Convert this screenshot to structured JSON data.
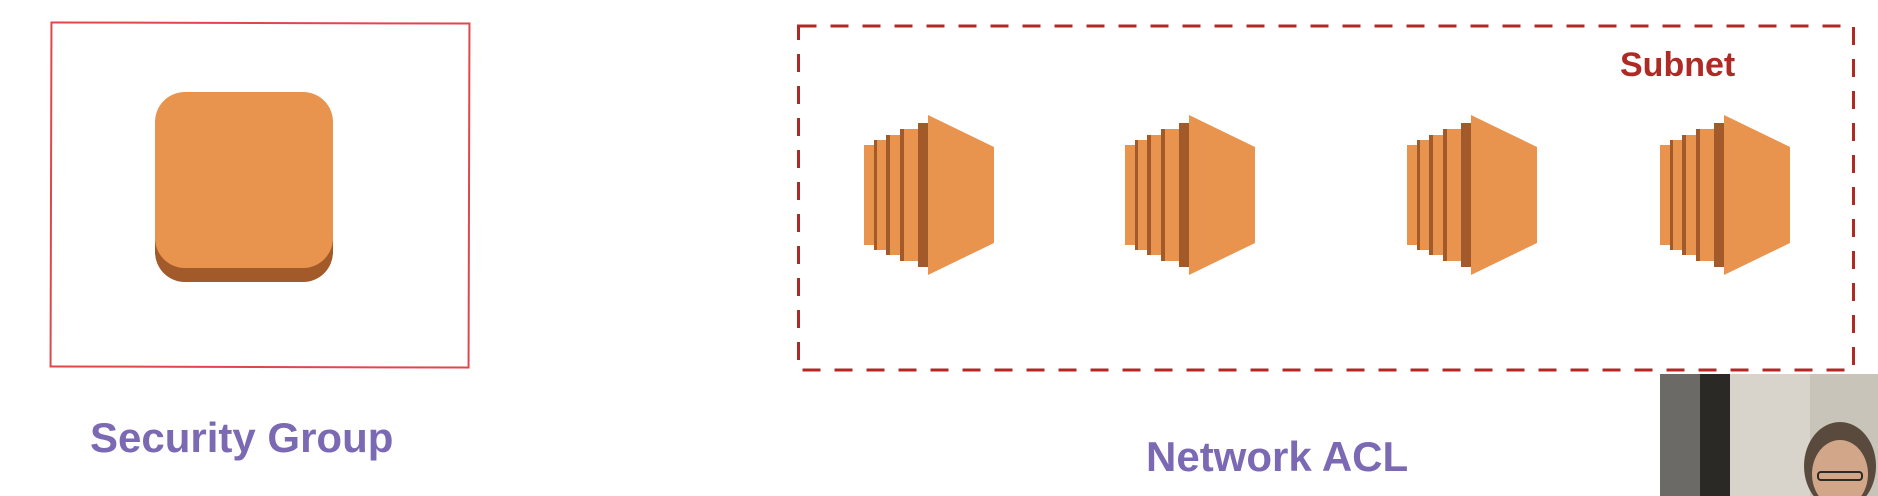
{
  "diagram": {
    "security_group": {
      "label": "Security Group",
      "icon": "aws-instance-icon",
      "box_style": "solid",
      "box_color": "#e0474c"
    },
    "network_acl": {
      "label": "Network ACL",
      "subnet_label": "Subnet",
      "box_style": "dashed",
      "box_color": "#b02a25",
      "instances": [
        {
          "icon": "ec2-instance-icon"
        },
        {
          "icon": "ec2-instance-icon"
        },
        {
          "icon": "ec2-instance-icon"
        },
        {
          "icon": "ec2-instance-icon"
        }
      ]
    },
    "colors": {
      "label_purple": "#7b69b4",
      "aws_orange": "#e8944f",
      "aws_orange_dark": "#a35a2a"
    }
  }
}
